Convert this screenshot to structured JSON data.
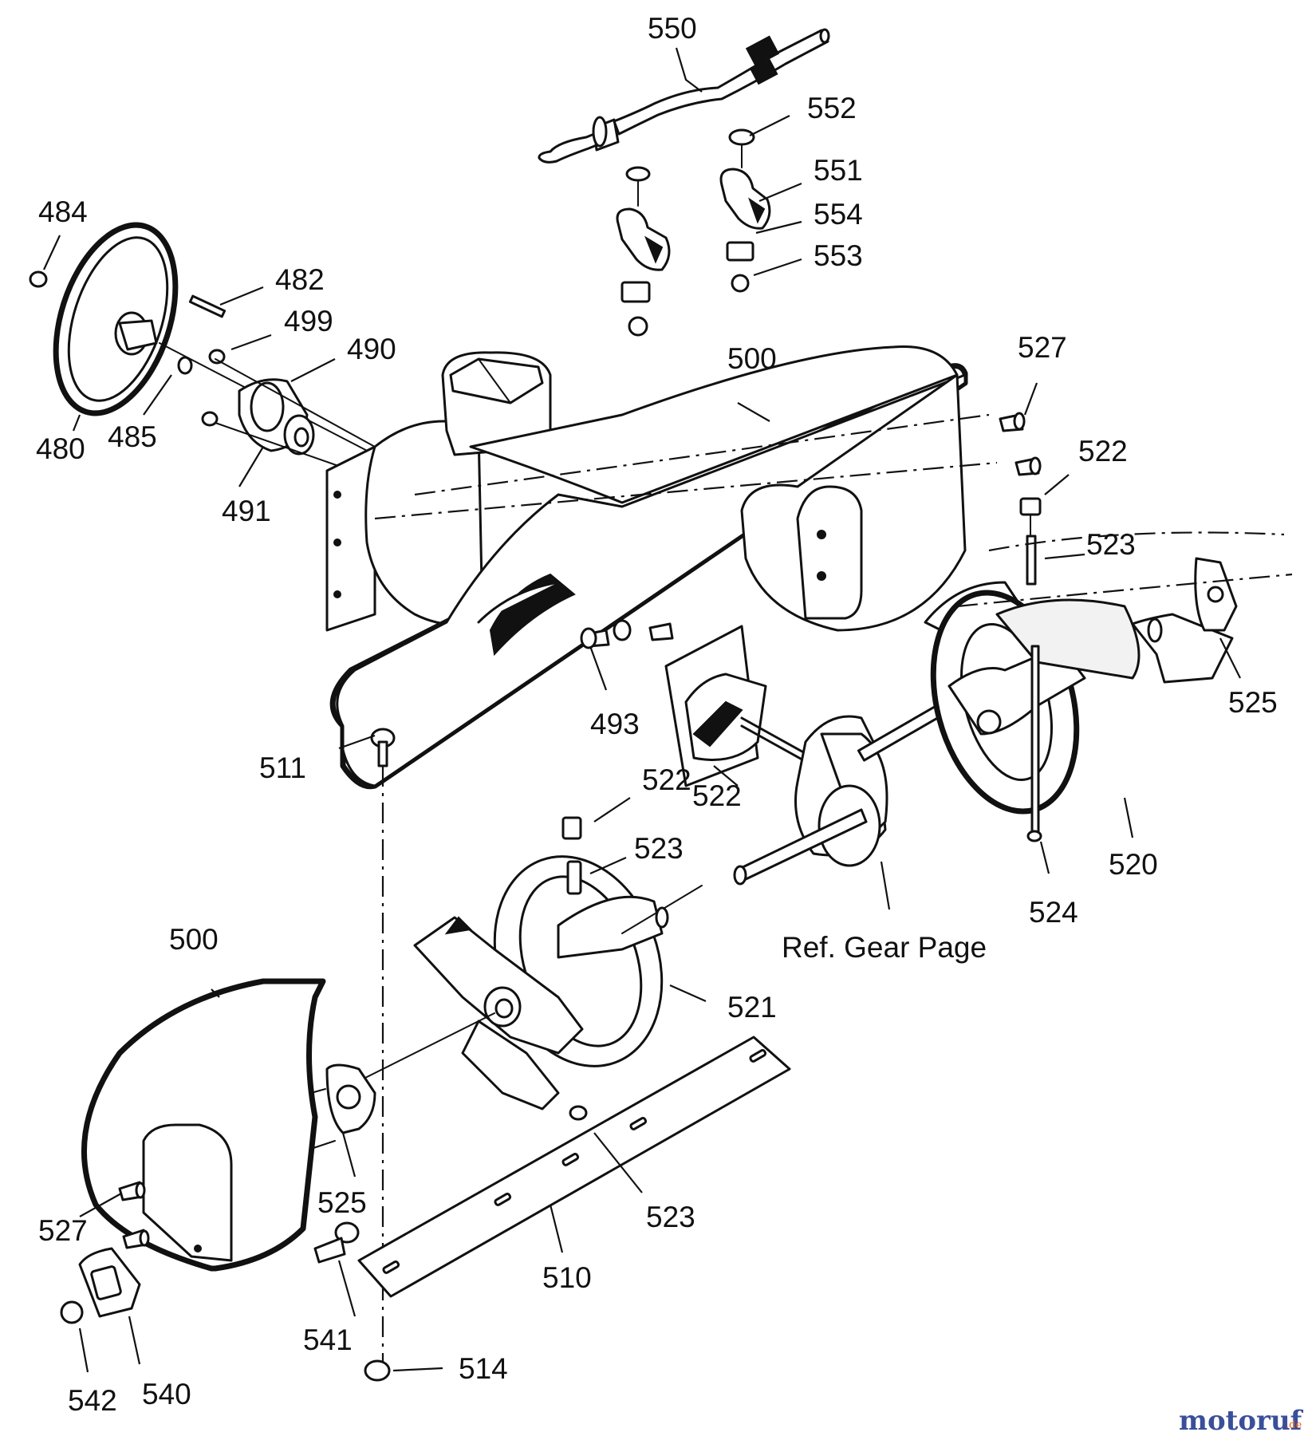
{
  "labels": [
    {
      "id": "550",
      "text": "550"
    },
    {
      "id": "552",
      "text": "552"
    },
    {
      "id": "551",
      "text": "551"
    },
    {
      "id": "554",
      "text": "554"
    },
    {
      "id": "553",
      "text": "553"
    },
    {
      "id": "484",
      "text": "484"
    },
    {
      "id": "482",
      "text": "482"
    },
    {
      "id": "499",
      "text": "499"
    },
    {
      "id": "490",
      "text": "490"
    },
    {
      "id": "500a",
      "text": "500"
    },
    {
      "id": "527a",
      "text": "527"
    },
    {
      "id": "522a",
      "text": "522"
    },
    {
      "id": "523a",
      "text": "523"
    },
    {
      "id": "480",
      "text": "480"
    },
    {
      "id": "485",
      "text": "485"
    },
    {
      "id": "491",
      "text": "491"
    },
    {
      "id": "525a",
      "text": "525"
    },
    {
      "id": "493",
      "text": "493"
    },
    {
      "id": "511",
      "text": "511"
    },
    {
      "id": "522b",
      "text": "522"
    },
    {
      "id": "522c",
      "text": "522"
    },
    {
      "id": "523b",
      "text": "523"
    },
    {
      "id": "520",
      "text": "520"
    },
    {
      "id": "524",
      "text": "524"
    },
    {
      "id": "500b",
      "text": "500"
    },
    {
      "id": "521",
      "text": "521"
    },
    {
      "id": "525b",
      "text": "525"
    },
    {
      "id": "523c",
      "text": "523"
    },
    {
      "id": "527b",
      "text": "527"
    },
    {
      "id": "510",
      "text": "510"
    },
    {
      "id": "541",
      "text": "541"
    },
    {
      "id": "514",
      "text": "514"
    },
    {
      "id": "542",
      "text": "542"
    },
    {
      "id": "540",
      "text": "540"
    }
  ],
  "reference_note": "Ref. Gear Page",
  "watermark": {
    "brand": "motoruf",
    "suffix": ".de"
  },
  "colors": {
    "ink": "#111111",
    "paper": "#ffffff",
    "watermark_main": "#3a4f9a",
    "watermark_accent": "#e0601a"
  }
}
